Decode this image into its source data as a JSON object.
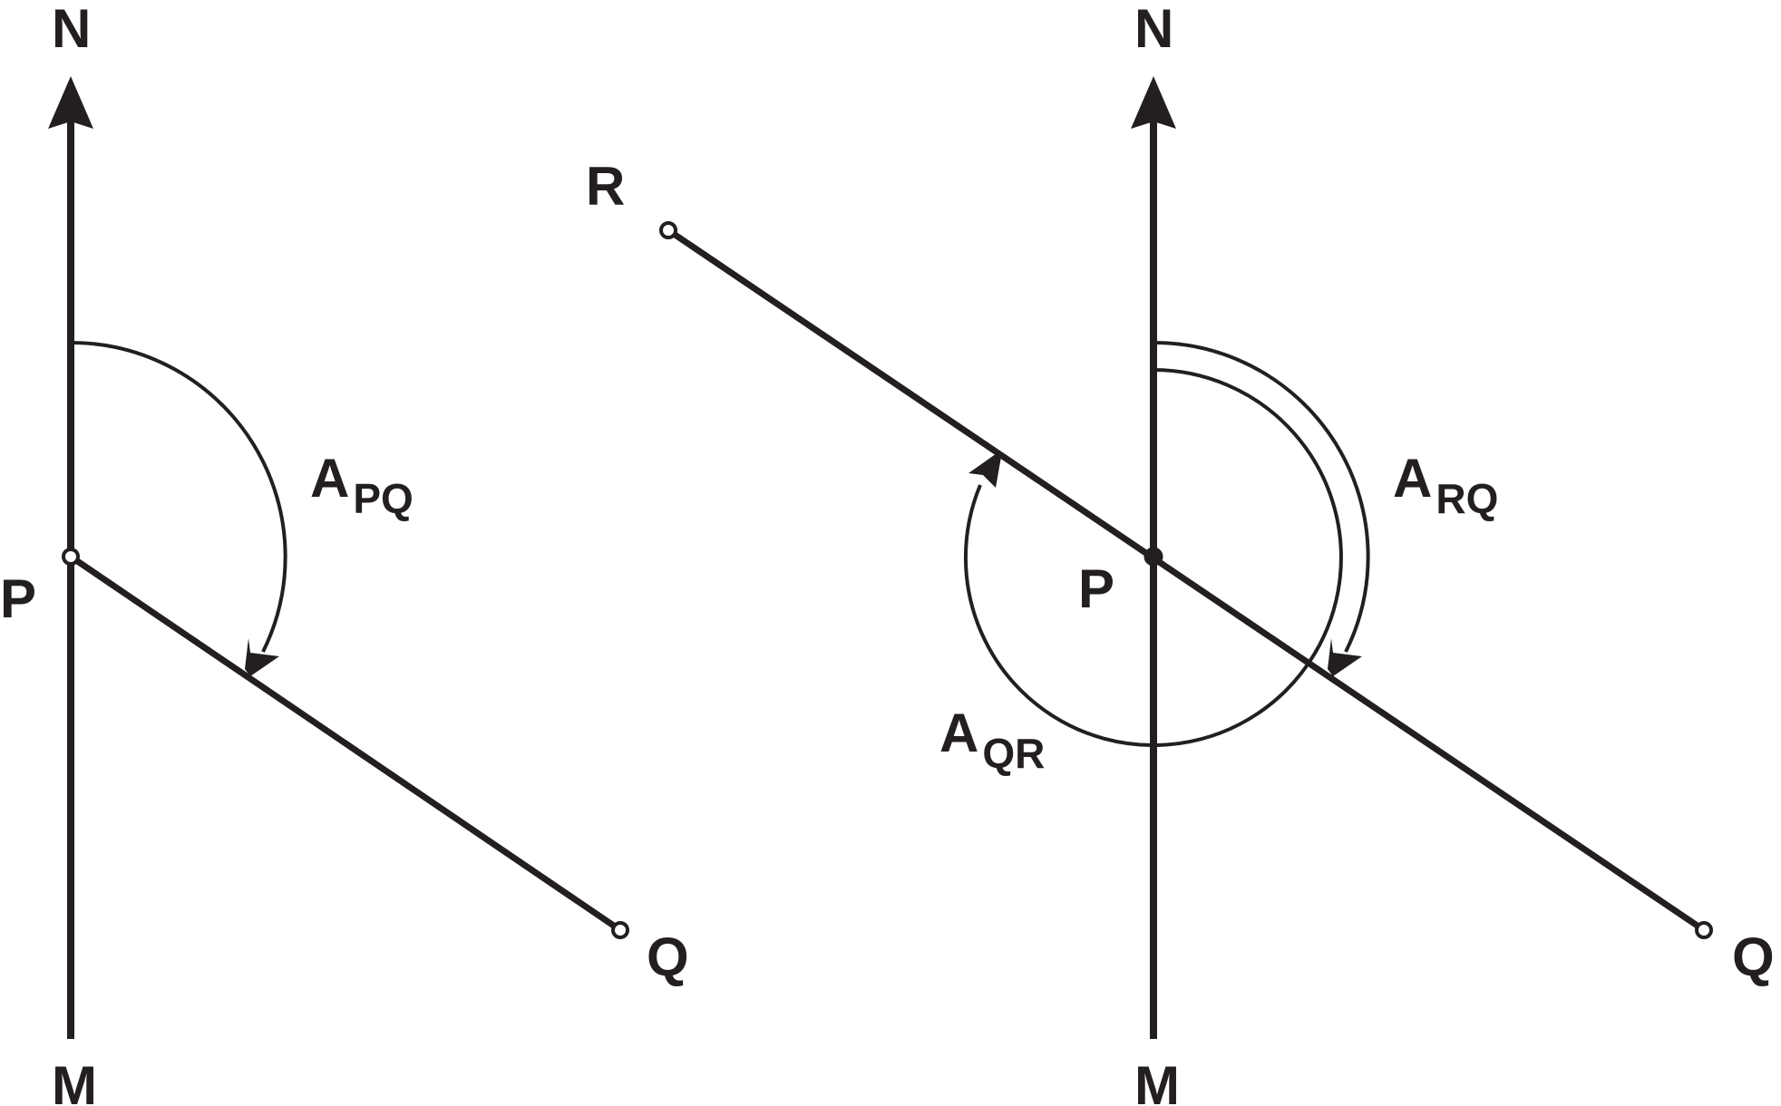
{
  "left_figure": {
    "north_label": "N",
    "south_label": "M",
    "station_label": "P",
    "target_label": "Q",
    "azimuth_main": "A",
    "azimuth_sub": "PQ"
  },
  "right_figure": {
    "north_label": "N",
    "south_label": "M",
    "station_label": "P",
    "back_label": "R",
    "target_label": "Q",
    "azimuth_rq_main": "A",
    "azimuth_rq_sub": "RQ",
    "azimuth_qr_main": "A",
    "azimuth_qr_sub": "QR"
  },
  "colors": {
    "ink": "#231f20",
    "background": "#ffffff"
  }
}
